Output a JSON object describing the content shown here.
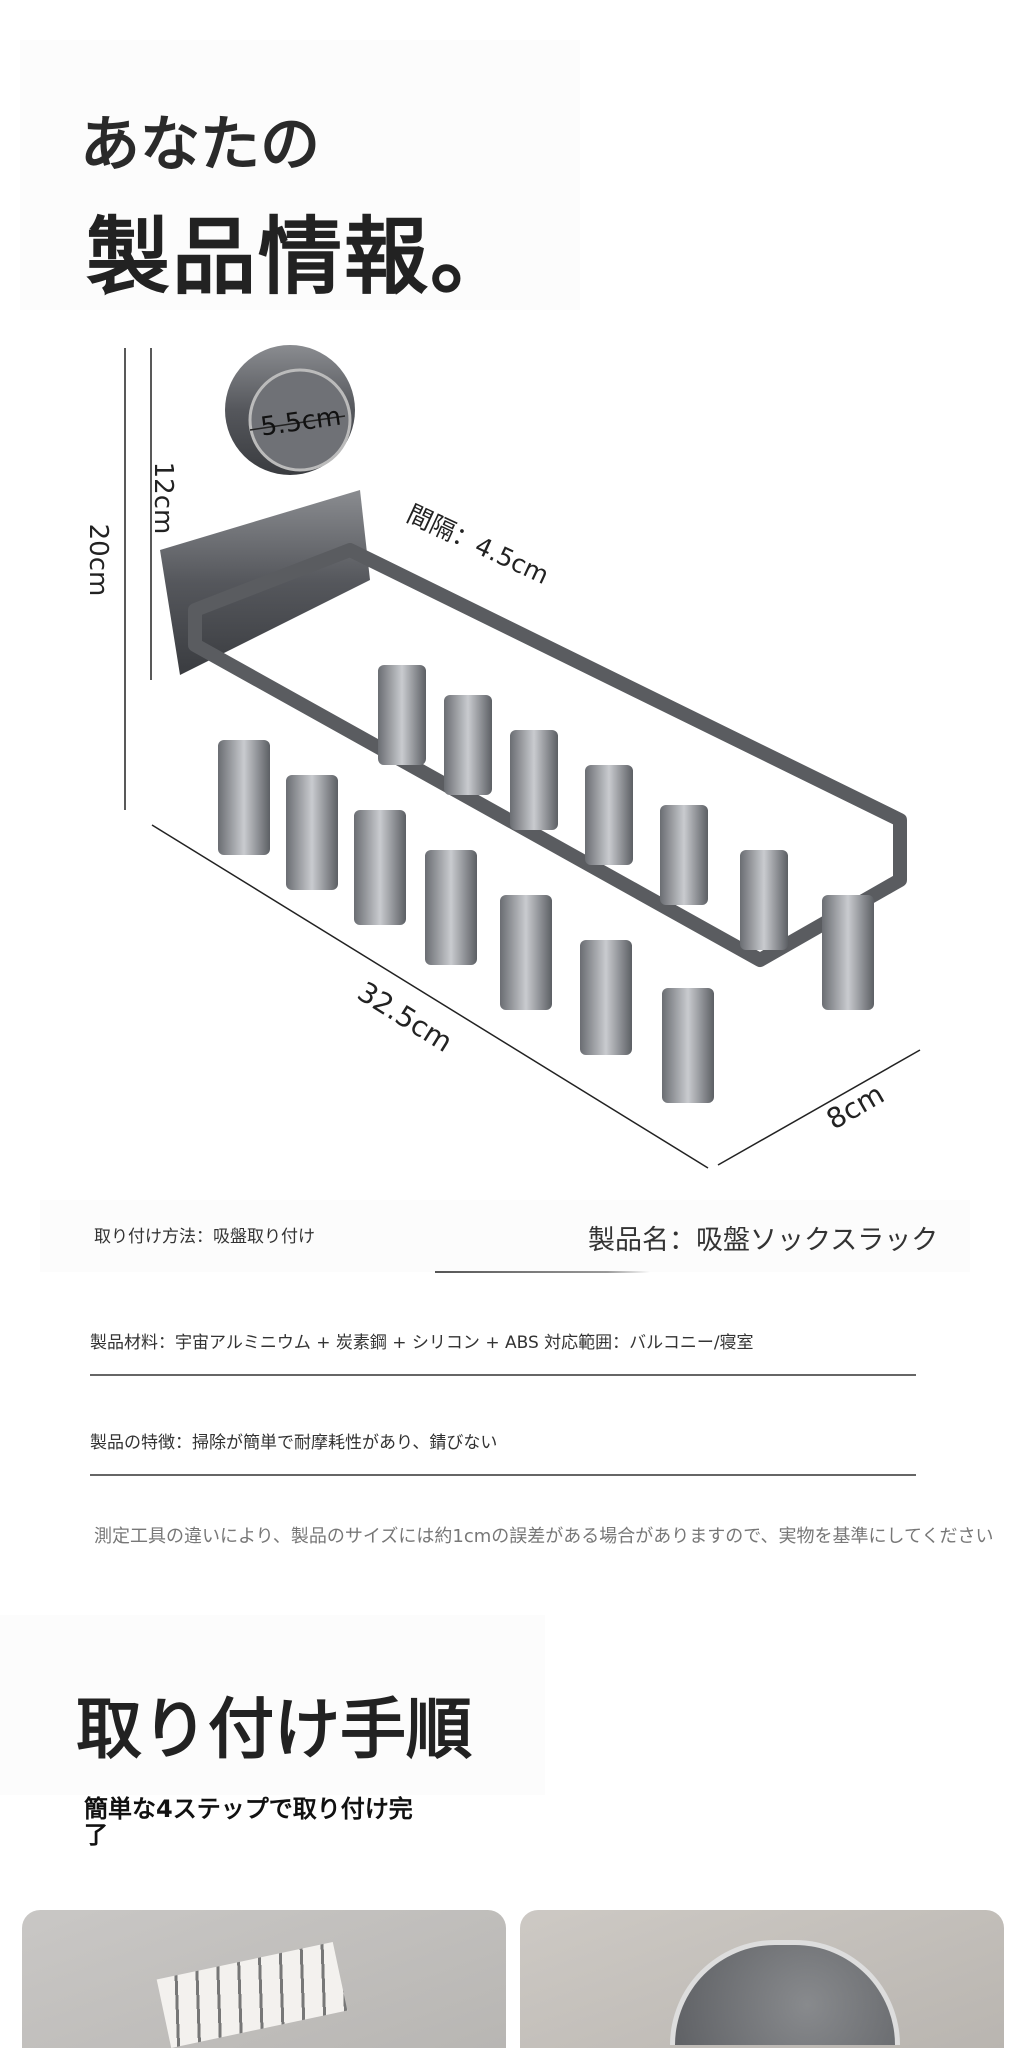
{
  "header": {
    "line1": "あなたの",
    "line2": "製品情報。"
  },
  "diagram": {
    "height_total": "20cm",
    "height_suction": "12cm",
    "suction_diameter": "5.5cm",
    "spacing": "間隔：4.5cm",
    "length": "32.5cm",
    "depth": "8cm"
  },
  "specs": {
    "install_method": "取り付け方法：吸盤取り付け",
    "product_name": "製品名：吸盤ソックスラック",
    "material": "製品材料：宇宙アルミニウム + 炭素鋼 + シリコン + ABS 対応範囲：バルコニー/寝室",
    "features": "製品の特徴：掃除が簡単で耐摩耗性があり、錆びない",
    "disclaimer": "測定工具の違いにより、製品のサイズには約1cmの誤差がある場合がありますので、実物を基準にしてください"
  },
  "installation": {
    "title": "取り付け手順",
    "subtitle": "簡単な4ステップで取り付け完了"
  }
}
